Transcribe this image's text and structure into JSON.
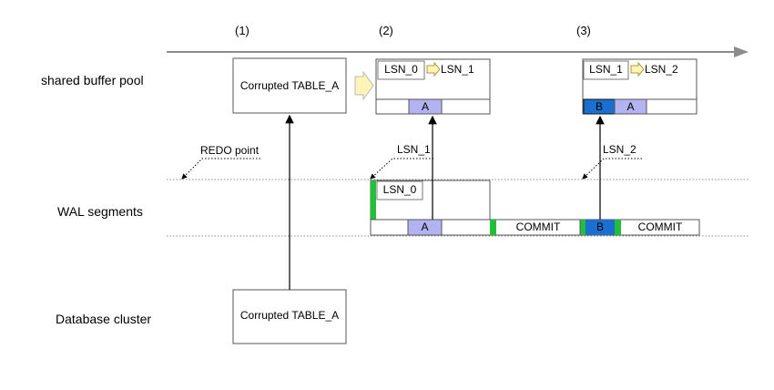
{
  "rows": {
    "buffer": "shared buffer pool",
    "wal": "WAL segments",
    "cluster": "Database cluster"
  },
  "steps": [
    "(1)",
    "(2)",
    "(3)"
  ],
  "step1": {
    "buffer_page": "Corrupted  TABLE_A",
    "cluster_page": "Corrupted  TABLE_A"
  },
  "step2": {
    "lsn_from": "LSN_0",
    "lsn_to": "LSN_1",
    "tuple_a": "A",
    "pointer_lsn": "LSN_1"
  },
  "step3": {
    "lsn_from": "LSN_1",
    "lsn_to": "LSN_2",
    "tuple_b": "B",
    "tuple_a": "A",
    "pointer_lsn": "LSN_2"
  },
  "wal": {
    "page_lsn": "LSN_0",
    "rec_a": "A",
    "commit1": "COMMIT",
    "rec_b": "B",
    "commit2": "COMMIT"
  },
  "redo_point": "REDO point",
  "colors": {
    "timeline": "#8c8c8c",
    "tuple_a": "#b3b3f2",
    "tuple_b": "#1a6fd0",
    "wal_marker": "#22c03a",
    "transition_arrow": "#fff4b8"
  }
}
